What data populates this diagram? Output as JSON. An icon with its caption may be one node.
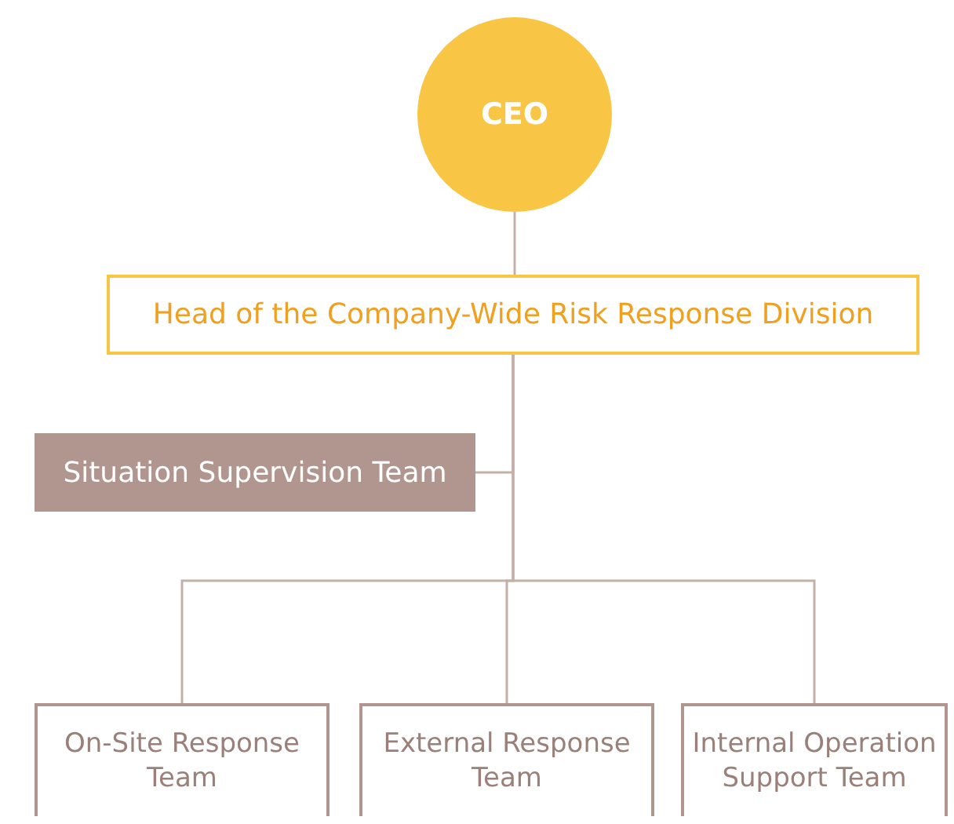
{
  "diagram": {
    "nodes": [
      {
        "text": [
          "CEO"
        ]
      },
      {
        "text": [
          "Head of the Company-Wide Risk Response Division"
        ]
      },
      {
        "text": [
          "Situation Supervision Team"
        ]
      },
      {
        "text": [
          "On-Site Response Team"
        ]
      },
      {
        "text": [
          "External Response Team"
        ]
      },
      {
        "text": [
          "Internal Operation Support Team"
        ]
      }
    ],
    "edges": [
      {
        "from": 0,
        "to": 1,
        "arrow": "none"
      },
      {
        "from": 1,
        "to": 2,
        "arrow": "none"
      },
      {
        "from": 1,
        "to": 3,
        "arrow": "none"
      },
      {
        "from": 1,
        "to": 4,
        "arrow": "none"
      },
      {
        "from": 1,
        "to": 5,
        "arrow": "none"
      }
    ]
  }
}
